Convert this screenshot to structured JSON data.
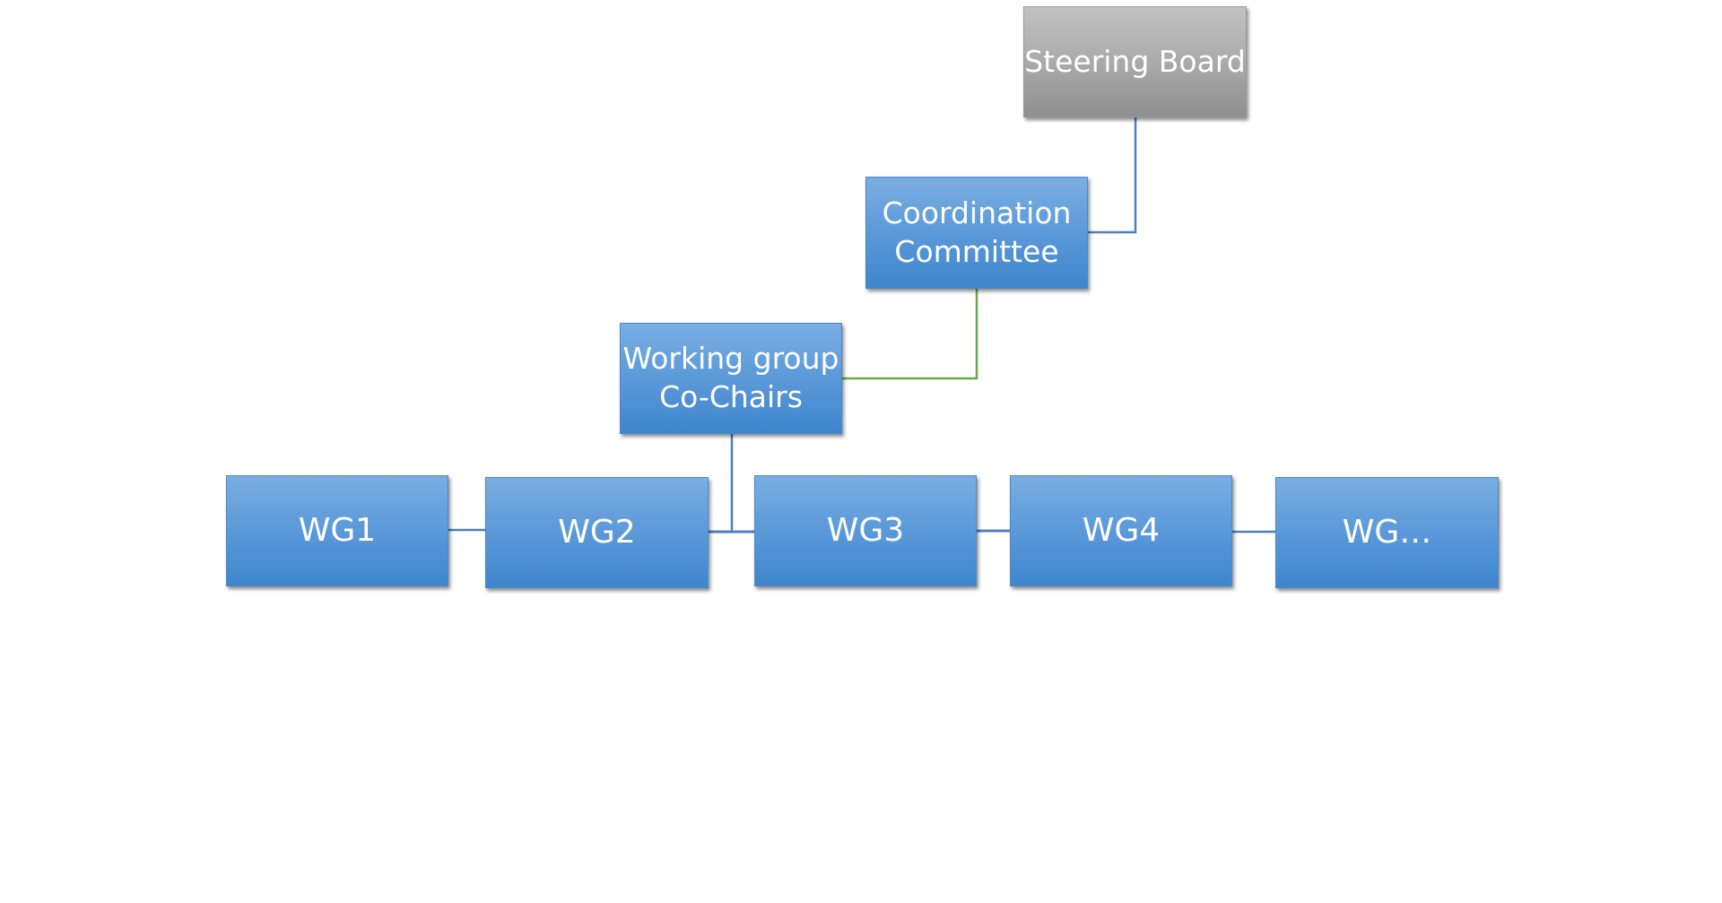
{
  "colors": {
    "node_blue": "#5b99d9",
    "node_gray": "#a8a8a8",
    "connector_blue": "#4e7fc1",
    "connector_green": "#6aa84f"
  },
  "steering_board": {
    "label": "Steering Board"
  },
  "coordination_committee": {
    "label": "Coordination\nCommittee"
  },
  "working_group_cochairs": {
    "label": "Working group\nCo-Chairs"
  },
  "working_groups": [
    {
      "label": "WG1"
    },
    {
      "label": "WG2"
    },
    {
      "label": "WG3"
    },
    {
      "label": "WG4"
    },
    {
      "label": "WG…"
    }
  ]
}
